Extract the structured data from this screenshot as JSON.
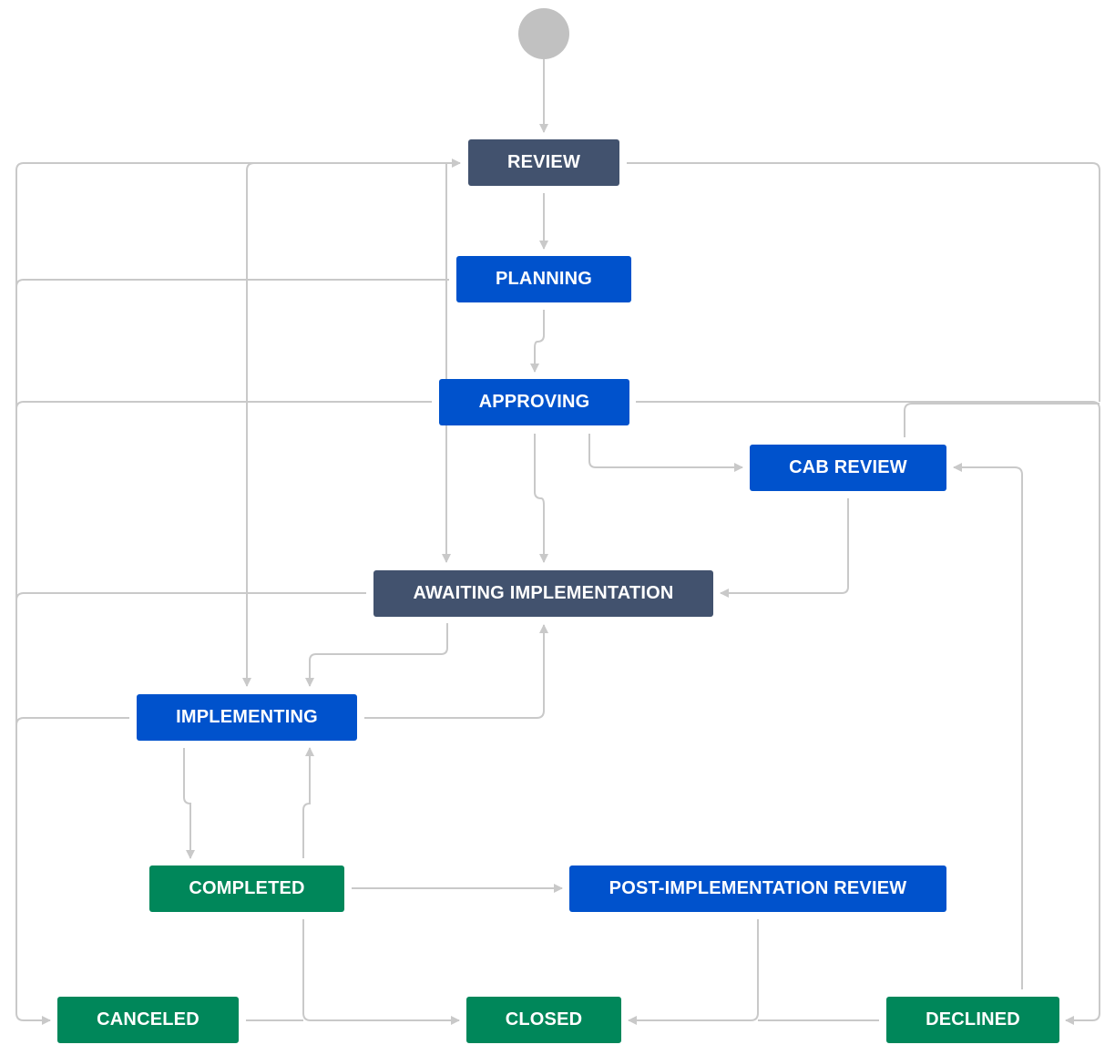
{
  "colors": {
    "todo": "#42526E",
    "in_progress": "#0052CC",
    "done": "#00875A",
    "start": "#C1C1C1",
    "edge": "#C9C9C9"
  },
  "states": {
    "review": {
      "label": "REVIEW",
      "category": "todo"
    },
    "planning": {
      "label": "PLANNING",
      "category": "in_progress"
    },
    "approving": {
      "label": "APPROVING",
      "category": "in_progress"
    },
    "cab_review": {
      "label": "CAB REVIEW",
      "category": "in_progress"
    },
    "awaiting_implementation": {
      "label": "AWAITING IMPLEMENTATION",
      "category": "todo"
    },
    "implementing": {
      "label": "IMPLEMENTING",
      "category": "in_progress"
    },
    "completed": {
      "label": "COMPLETED",
      "category": "done"
    },
    "post_implementation_review": {
      "label": "POST-IMPLEMENTATION REVIEW",
      "category": "in_progress"
    },
    "canceled": {
      "label": "CANCELED",
      "category": "done"
    },
    "closed": {
      "label": "CLOSED",
      "category": "done"
    },
    "declined": {
      "label": "DECLINED",
      "category": "done"
    }
  },
  "transitions": [
    {
      "from": "start",
      "to": "review"
    },
    {
      "from": "review",
      "to": "planning"
    },
    {
      "from": "planning",
      "to": "approving"
    },
    {
      "from": "approving",
      "to": "awaiting_implementation"
    },
    {
      "from": "approving",
      "to": "cab_review"
    },
    {
      "from": "approving",
      "to": "declined"
    },
    {
      "from": "cab_review",
      "to": "awaiting_implementation"
    },
    {
      "from": "cab_review",
      "to": "declined"
    },
    {
      "from": "declined",
      "to": "cab_review"
    },
    {
      "from": "review",
      "to": "awaiting_implementation"
    },
    {
      "from": "review",
      "to": "implementing"
    },
    {
      "from": "review",
      "to": "declined"
    },
    {
      "from": "awaiting_implementation",
      "to": "implementing"
    },
    {
      "from": "implementing",
      "to": "awaiting_implementation"
    },
    {
      "from": "implementing",
      "to": "completed"
    },
    {
      "from": "completed",
      "to": "implementing"
    },
    {
      "from": "completed",
      "to": "post_implementation_review"
    },
    {
      "from": "completed",
      "to": "closed"
    },
    {
      "from": "post_implementation_review",
      "to": "closed"
    },
    {
      "from": "canceled",
      "to": "closed"
    },
    {
      "from": "declined",
      "to": "closed"
    },
    {
      "from": "planning",
      "to": "canceled"
    },
    {
      "from": "approving",
      "to": "canceled"
    },
    {
      "from": "awaiting_implementation",
      "to": "canceled"
    },
    {
      "from": "implementing",
      "to": "canceled"
    },
    {
      "from": "canceled",
      "to": "review"
    }
  ]
}
